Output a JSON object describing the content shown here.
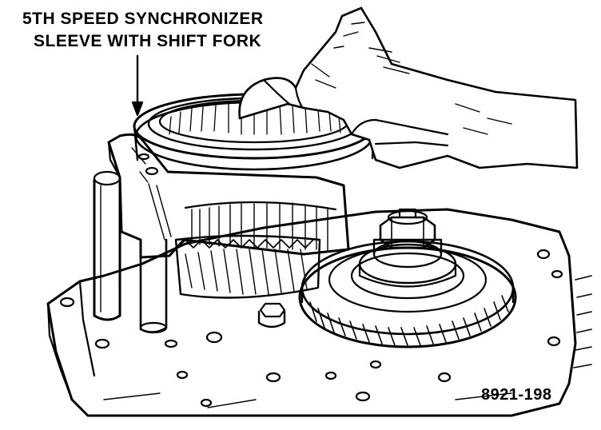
{
  "callout": {
    "line1": "5TH SPEED SYNCHRONIZER",
    "line2": "SLEEVE WITH SHIFT FORK"
  },
  "figure_number": "8921-198",
  "colors": {
    "ink": "#000000",
    "paper": "#ffffff"
  }
}
